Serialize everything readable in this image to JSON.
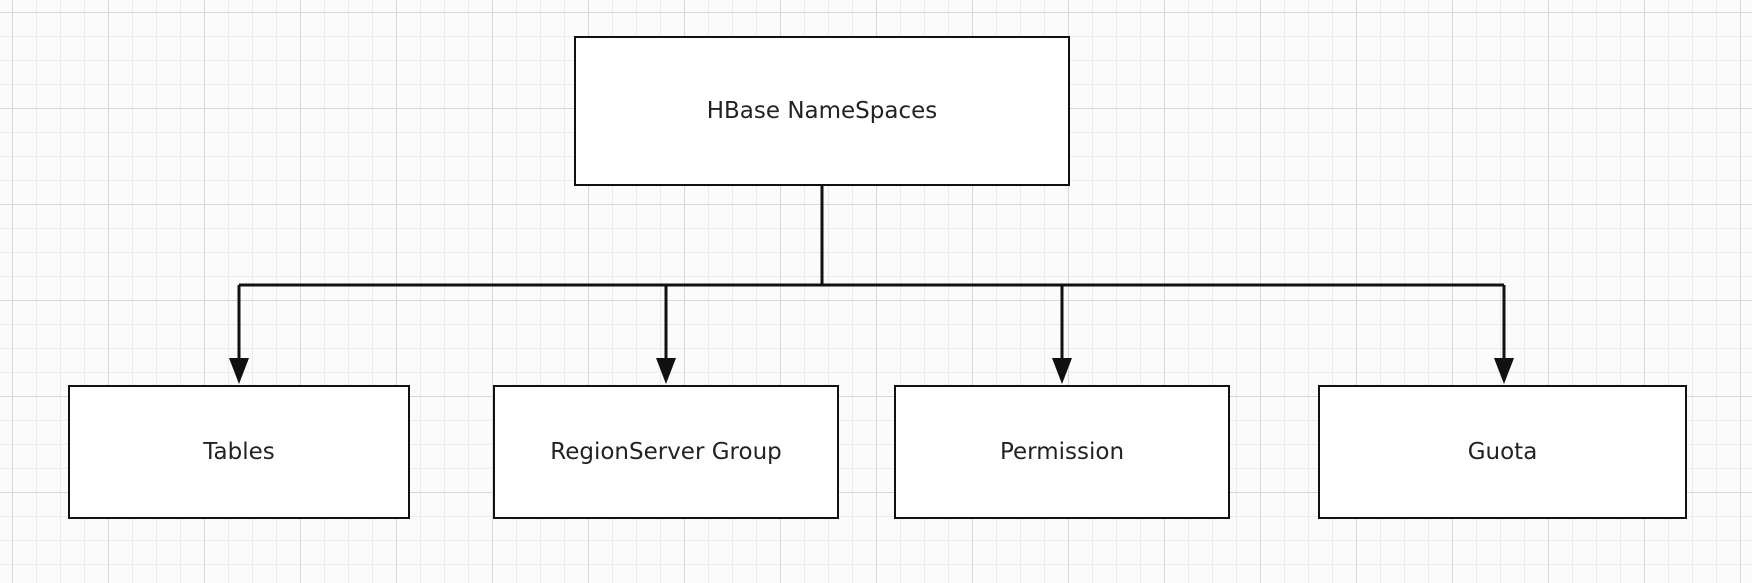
{
  "diagram": {
    "root": {
      "label": "HBase NameSpaces"
    },
    "children": [
      {
        "label": "Tables"
      },
      {
        "label": "RegionServer Group"
      },
      {
        "label": "Permission"
      },
      {
        "label": "Guota"
      }
    ],
    "colors": {
      "stroke": "#111111",
      "box_fill": "#ffffff",
      "text": "#222222",
      "grid": "#d7d7d7"
    }
  }
}
